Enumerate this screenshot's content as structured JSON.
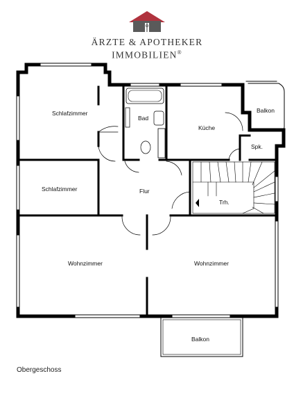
{
  "logo": {
    "line1": "ÄRZTE & APOTHEKER",
    "line2": "IMMOBILIEN",
    "registered_mark": "®",
    "colors": {
      "roof": "#b0333e",
      "house": "#5a5a5a"
    }
  },
  "rooms": {
    "schlafzimmer_1": "Schlafzimmer",
    "schlafzimmer_2": "Schlafzimmer",
    "bad": "Bad",
    "kueche": "Küche",
    "balkon_ost": "Balkon",
    "speisekammer": "Spk.",
    "flur": "Flur",
    "treppenhaus": "Trh.",
    "wohnzimmer_1": "Wohnzimmer",
    "wohnzimmer_2": "Wohnzimmer",
    "balkon_sued": "Balkon"
  },
  "caption": "Obergeschoss"
}
